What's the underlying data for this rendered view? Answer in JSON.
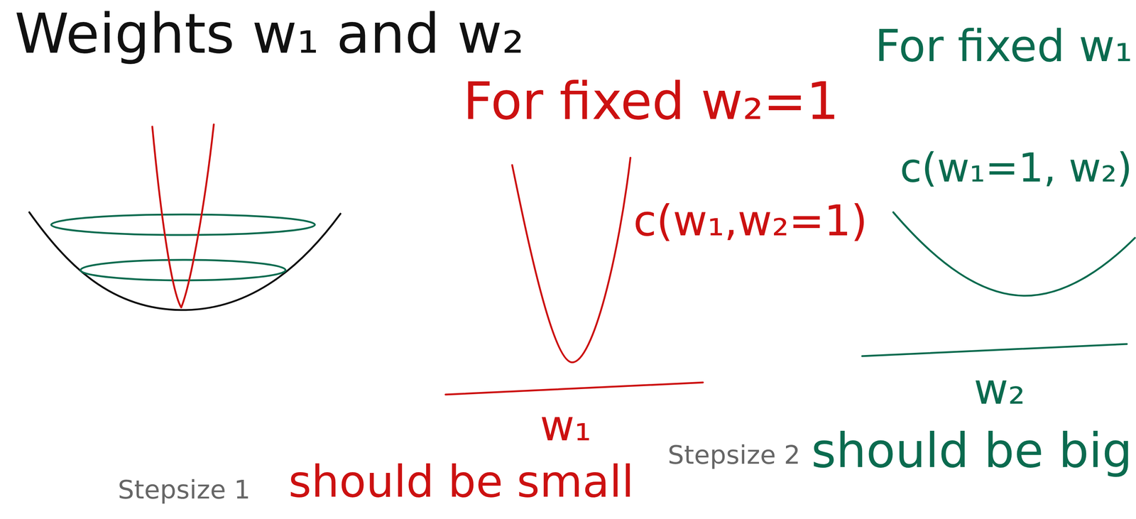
{
  "diagram": {
    "title": "Weights w₁ and w₂",
    "labels": [
      "For fixed w₂=1",
      "For fixed w₁",
      "c(w₁,w₂=1)",
      "w₁",
      "c(w₁=1, w₂)",
      "w₂",
      "Stepsize 1",
      "should be small",
      "Stepsize 2",
      "should be big"
    ]
  }
}
